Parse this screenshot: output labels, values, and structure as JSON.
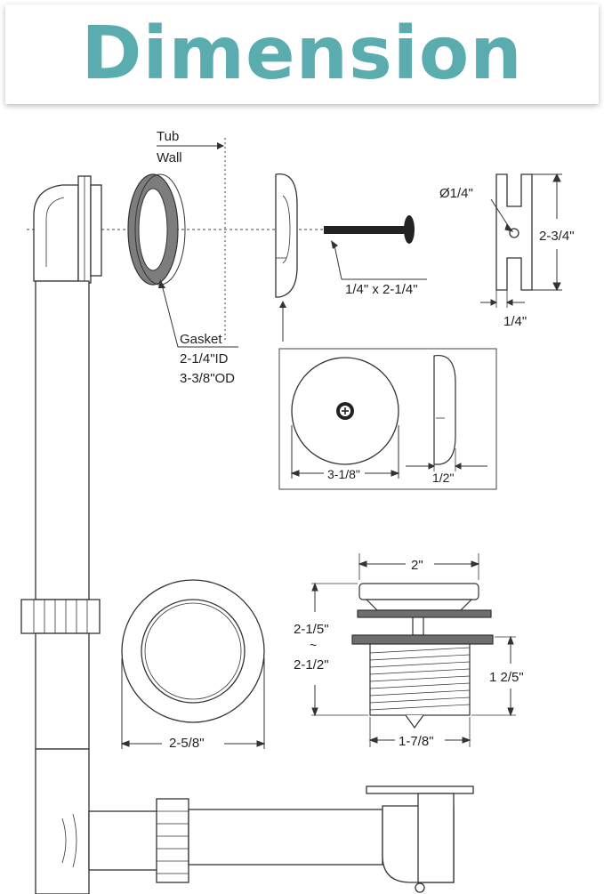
{
  "title": "Dimension",
  "colors": {
    "title": "#5aacae",
    "line": "#333333",
    "gasket": "#7d7d7d",
    "plate": "#6e6e6e"
  },
  "labels": {
    "tub": "Tub",
    "wall": "Wall",
    "gasket": "Gasket",
    "gasket_id": "2-1/4\"ID",
    "gasket_od": "3-3/8\"OD",
    "bolt": "1/4\" x 2-1/4\"",
    "hole_dia": "Ø1/4\"",
    "bracket_height": "2-3/4\"",
    "bracket_width": "1/4\"",
    "cover_dia": "3-1/8\"",
    "cover_depth": "1/2\"",
    "ring_dia": "2-5/8\"",
    "stopper_top": "2\"",
    "stopper_h1": "2-1/5\"",
    "stopper_tilde": "~",
    "stopper_h2": "2-1/2\"",
    "thread_h": "1 2/5\"",
    "thread_w": "1-7/8\""
  }
}
